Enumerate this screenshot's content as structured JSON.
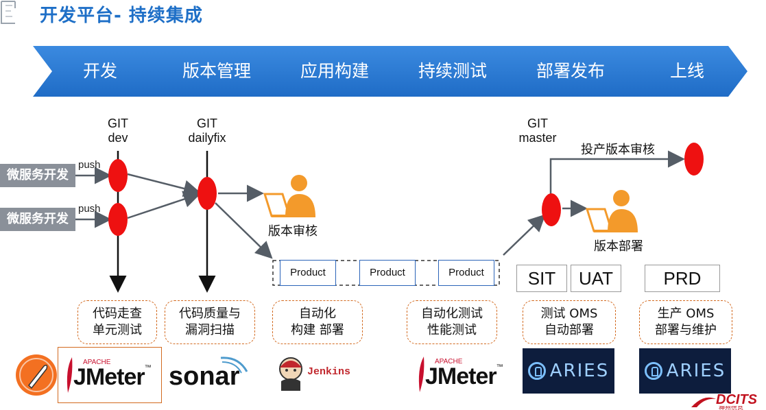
{
  "title": "开发平台- 持续集成",
  "stages": [
    "开发",
    "版本管理",
    "应用构建",
    "持续测试",
    "部署发布",
    "上线"
  ],
  "colors": {
    "stage_fill": "#2f7fd8",
    "node_red": "#ee1111",
    "person": "#f39a2b",
    "tool_border": "#d2691e",
    "title": "#1e6fc7"
  },
  "services": [
    "微服务开发",
    "微服务开发"
  ],
  "push_label": "push",
  "git_dev": {
    "line1": "GIT",
    "line2": "dev"
  },
  "git_dailyfix": {
    "line1": "GIT",
    "line2": "dailyfix"
  },
  "git_master": {
    "line1": "GIT",
    "line2": "master"
  },
  "review_label": "版本审核",
  "prod_review_label": "投产版本审核",
  "deploy_label": "版本部署",
  "products": [
    "Product",
    "Product",
    "Product"
  ],
  "envs": [
    "SIT",
    "UAT",
    "PRD"
  ],
  "tool_boxes": [
    {
      "line1": "代码走查",
      "line2": "单元测试"
    },
    {
      "line1": "代码质量与",
      "line2": "漏洞扫描"
    },
    {
      "line1": "自动化",
      "line2": "构建 部署"
    },
    {
      "line1": "自动化测试",
      "line2": "性能测试"
    },
    {
      "line1": "测试 OMS",
      "line2": "自动部署"
    },
    {
      "line1": "生产 OMS",
      "line2": "部署与维护"
    }
  ],
  "logos": {
    "jmeter_brand": "JMeter",
    "jmeter_tm": "™",
    "apache": "APACHE",
    "sonar": "sonar",
    "jenkins": "Jenkins",
    "aries": "ARIES",
    "dcits": "DCITS",
    "dcits_sub": "神州信息"
  },
  "icons": [
    "feather-icon",
    "person-at-laptop-icon",
    "jenkins-butler-icon",
    "aries-logo-icon",
    "dcits-logo-icon"
  ]
}
